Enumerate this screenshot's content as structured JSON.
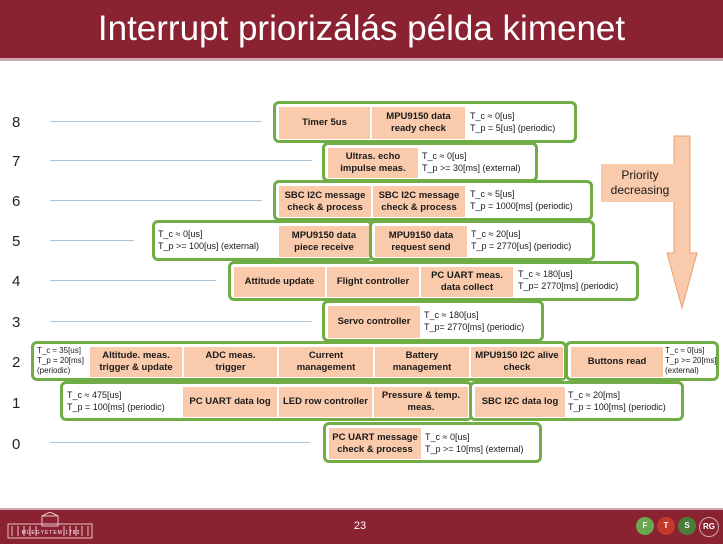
{
  "title": "Interrupt priorizálás példa kimenet",
  "levels": [
    "8",
    "7",
    "6",
    "5",
    "4",
    "3",
    "2",
    "1",
    "0"
  ],
  "priority_label": "Priority\ndecreasing",
  "groups": [
    {
      "tasks": [
        "Timer 5us",
        "MPU9150 data\nready check"
      ],
      "info": "T_c ≈ 0[us]\nT_p = 5[us] (periodic)"
    },
    {
      "tasks": [
        "Ultras. echo\nimpulse meas."
      ],
      "info": "T_c ≈ 0[us]\nT_p >= 30[ms] (external)"
    },
    {
      "tasks": [
        "SBC I2C message\ncheck & process",
        "SBC I2C message\ncheck & process"
      ],
      "info": "T_c ≈ 5[us]\nT_p = 1000[ms] (periodic)"
    },
    {
      "tasks": [
        "MPU9150 data\npiece receive"
      ],
      "info": "T_c ≈ 0[us]\nT_p >= 100[us] (external)"
    },
    {
      "tasks": [
        "MPU9150 data\nrequest send"
      ],
      "info": "T_c ≈ 20[us]\nT_p = 2770[us] (periodic)"
    },
    {
      "tasks": [
        "Attitude update",
        "Flight controller",
        "PC UART meas.\ndata collect"
      ],
      "info": "T_c ≈ 180[us]\nT_p= 2770[ms] (periodic)"
    },
    {
      "tasks": [
        "Servo controller"
      ],
      "info": "T_c ≈ 180[us]\nT_p= 2770[ms] (periodic)"
    },
    {
      "tasks": [
        "Altitude. meas.\ntrigger & update",
        "ADC meas.\ntrigger",
        "Current\nmanagement",
        "Battery\nmanagement",
        "MPU9150 I2C alive\ncheck"
      ],
      "info": "T_c ≈ 35[us]\nT_p = 20[ms]\n(periodic)"
    },
    {
      "tasks": [
        "Buttons read"
      ],
      "info": "T_c ≈ 0[us]\nT_p >= 20[ms]\n(external)"
    },
    {
      "tasks": [
        "PC UART data log",
        "LED row controller",
        "Pressure & temp.\nmeas."
      ],
      "info": "T_c ≈ 475[us]\nT_p = 100[ms] (periodic)"
    },
    {
      "tasks": [
        "SBC I2C data log"
      ],
      "info": "T_c ≈ 20[ms]\nT_p = 100[ms] (periodic)"
    },
    {
      "tasks": [
        "PC UART message\ncheck & process"
      ],
      "info": "T_c ≈ 0[us]\nT_p >= 10[ms] (external)"
    }
  ],
  "footer": {
    "page_number": "23",
    "logo_text": "MŰEGYETEM 1782"
  },
  "colors": {
    "header": "#8b2232",
    "task_fill": "#f9caab",
    "group_border": "#70ad47",
    "gridline": "#a8c4dc"
  }
}
